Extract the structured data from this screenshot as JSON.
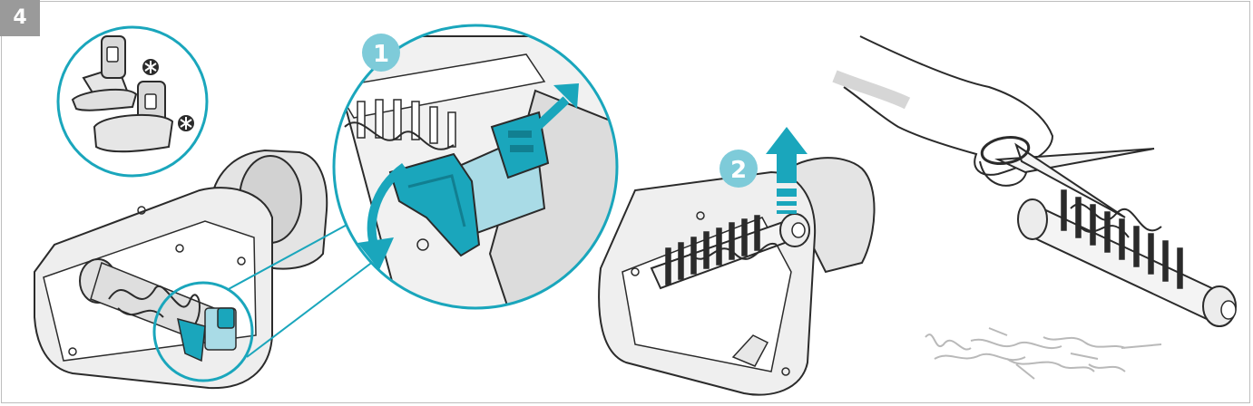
{
  "step": {
    "number": "4"
  },
  "callouts": {
    "one": "1",
    "two": "2"
  },
  "colors": {
    "accent": "#1aa6bc",
    "accent_light": "#9fd7e3",
    "badge_bg": "#9a9a9a",
    "line": "#2b2b2b",
    "part_fill": "#e9e9e9"
  },
  "icons": {
    "optional_marker": "asterisk-icon"
  }
}
